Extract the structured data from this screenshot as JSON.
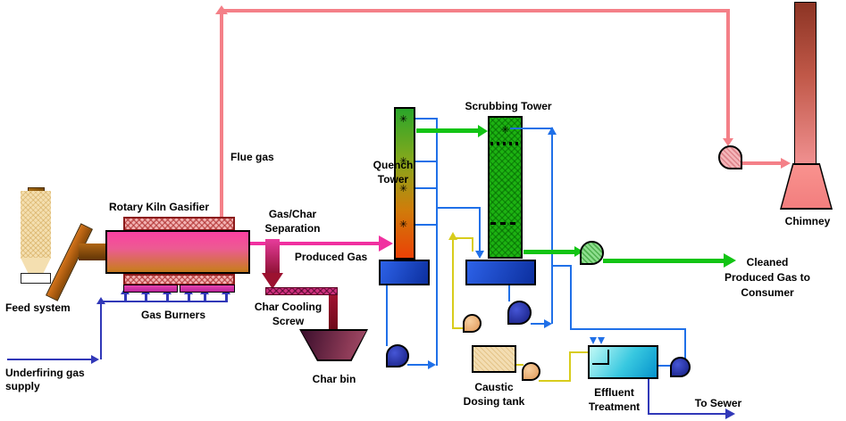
{
  "diagram": {
    "labels": {
      "feed_system": "Feed system",
      "rotary_kiln": "Rotary Kiln Gasifier",
      "gas_burners": "Gas Burners",
      "underfiring_line1": "Underfiring gas",
      "underfiring_line2": "supply",
      "flue_gas": "Flue gas",
      "gas_char_line1": "Gas/Char",
      "gas_char_line2": "Separation",
      "produced_gas": "Produced Gas",
      "char_cooling_line1": "Char Cooling",
      "char_cooling_line2": "Screw",
      "char_bin": "Char bin",
      "quench_line1": "Quench",
      "quench_line2": "Tower",
      "scrubbing_tower": "Scrubbing Tower",
      "chimney": "Chimney",
      "cleaned_line1": "Cleaned",
      "cleaned_line2": "Produced Gas to",
      "cleaned_line3": "Consumer",
      "caustic_line1": "Caustic",
      "caustic_line2": "Dosing tank",
      "effluent_line1": "Effluent",
      "effluent_line2": "Treatment",
      "to_sewer": "To Sewer"
    },
    "icons": {
      "spray_nozzle": "✳"
    },
    "colors": {
      "flue_gas_line": "#f48088",
      "produced_gas_line": "#f030a0",
      "clean_gas_line": "#12c414",
      "water_line": "#2070e8",
      "caustic_line": "#d8cc1c",
      "sewer_line": "#3138b8",
      "pump_navy": "#1c2488",
      "pump_peach": "#f0b880",
      "tower_base_blue": "#1a4ecc",
      "kiln_pink": "#fb40a2",
      "quench_top_green": "#2aa62a",
      "quench_bottom_orange": "#ea4106",
      "scrubber_green": "#1db312",
      "chimney_pink": "#f27e7e",
      "effluent_cyan": "#38c8e0"
    }
  }
}
